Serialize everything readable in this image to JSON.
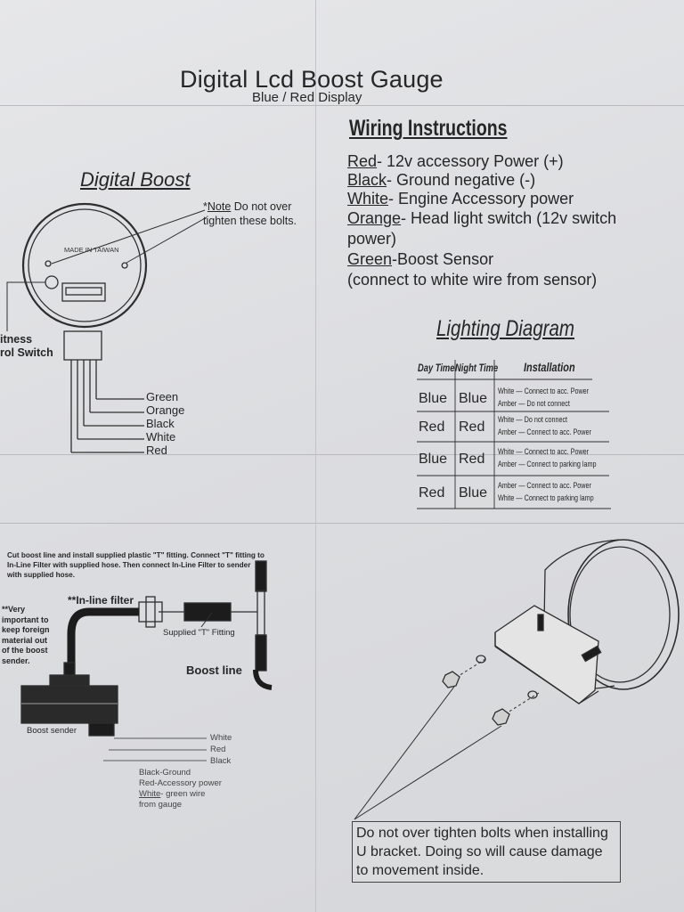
{
  "title": "Digital Lcd Boost Gauge",
  "subtitle": "Blue / Red Display",
  "wiring": {
    "heading": "Wiring Instructions",
    "lines": [
      {
        "color": "Red",
        "desc": "- 12v accessory Power (+)"
      },
      {
        "color": "Black",
        "desc": "- Ground negative (-)"
      },
      {
        "color": "White",
        "desc": "- Engine Accessory power"
      },
      {
        "color": "Orange",
        "desc": "- Head light switch (12v switch"
      },
      {
        "color": "",
        "desc": "power)"
      },
      {
        "color": "Green",
        "desc": "-Boost Sensor"
      },
      {
        "color": "",
        "desc": "(connect to white wire from sensor)"
      }
    ]
  },
  "gauge_diagram": {
    "heading": "Digital Boost",
    "note_prefix": "*",
    "note_underlined": "Note",
    "note_rest": " Do not over",
    "note_line2": "tighten these bolts.",
    "made_in": "MADE IN TAIWAN",
    "brightness_line1": "itness",
    "brightness_line2": "rol Switch",
    "wire_labels": [
      "Green",
      "Orange",
      "Black",
      "White",
      "Red"
    ]
  },
  "lighting": {
    "heading": "Lighting Diagram",
    "columns": [
      "Day Time",
      "Night Time",
      "Installation"
    ],
    "rows": [
      {
        "day": "Blue",
        "night": "Blue",
        "inst": [
          [
            "White",
            "Connect to acc. Power"
          ],
          [
            "Amber",
            "Do not connect"
          ]
        ]
      },
      {
        "day": "Red",
        "night": "Red",
        "inst": [
          [
            "White",
            "Do not connect"
          ],
          [
            "Amber",
            "Connect to acc. Power"
          ]
        ]
      },
      {
        "day": "Blue",
        "night": "Red",
        "inst": [
          [
            "White",
            "Connect to acc. Power"
          ],
          [
            "Amber",
            "Connect to parking lamp"
          ]
        ]
      },
      {
        "day": "Red",
        "night": "Blue",
        "inst": [
          [
            "Amber",
            "Connect to acc. Power"
          ],
          [
            "White",
            "Connect to parking lamp"
          ]
        ]
      }
    ]
  },
  "sender": {
    "install_text": "Cut boost line and install supplied plastic \"T\" fitting. Connect \"T\" fitting to In-Line Filter with supplied hose. Then connect In-Line Filter to sender with supplied hose.",
    "very_important": [
      "**Very",
      "important to",
      "keep foreign",
      "material out",
      "of the boost",
      "sender."
    ],
    "inline_filter": "**In-line filter",
    "supplied_t": "Supplied \"T\" Fitting",
    "boost_line": "Boost line",
    "boost_sender": "Boost sender",
    "wires": [
      "White",
      "Red",
      "Black"
    ],
    "notes": [
      {
        "u": "",
        "t": "Black-Ground"
      },
      {
        "u": "",
        "t": "Red-Accessory power"
      },
      {
        "u": "White",
        "t": "- green wire"
      },
      {
        "u": "",
        "t": "from gauge"
      }
    ]
  },
  "warning": "Do not over tighten bolts when installing U bracket. Doing so will cause damage to movement inside.",
  "colors": {
    "paper": "#e3e4e6",
    "ink": "#262626",
    "fold": "#b9babd"
  }
}
